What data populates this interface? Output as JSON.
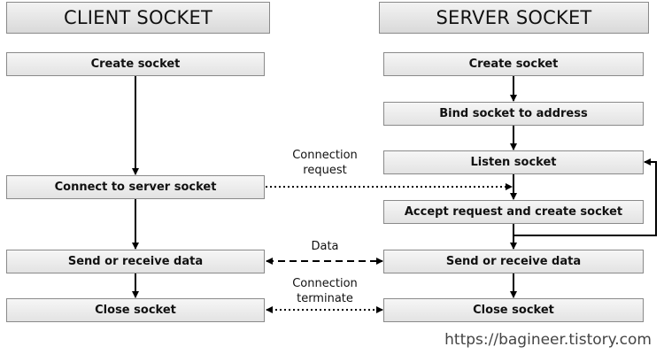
{
  "client": {
    "title": "CLIENT SOCKET",
    "steps": [
      "Create socket",
      "Connect to server socket",
      "Send or receive data",
      "Close socket"
    ]
  },
  "server": {
    "title": "SERVER SOCKET",
    "steps": [
      "Create socket",
      "Bind socket to address",
      "Listen socket",
      "Accept request and create socket",
      "Send or receive data",
      "Close socket"
    ]
  },
  "connections": {
    "connection_request": [
      "Connection",
      "request"
    ],
    "data": "Data",
    "connection_terminate": [
      "Connection",
      "terminate"
    ]
  },
  "footer": "https://bagineer.tistory.com"
}
